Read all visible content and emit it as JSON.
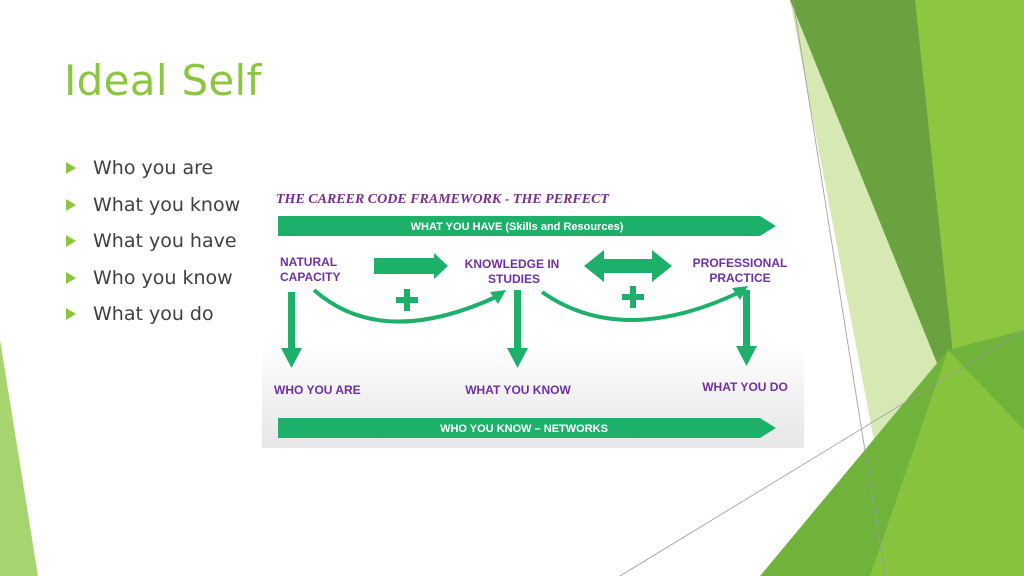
{
  "slide": {
    "title": "Ideal Self",
    "bullets": [
      "Who you are",
      "What you know",
      "What you have",
      "Who you know",
      "What you do"
    ]
  },
  "framework": {
    "heading": "THE CAREER CODE FRAMEWORK -  THE PERFECT",
    "top_band": "WHAT YOU HAVE (Skills and Resources)",
    "bottom_band": "WHO YOU KNOW – NETWORKS",
    "nodes": {
      "natural_capacity": [
        "NATURAL",
        "CAPACITY"
      ],
      "knowledge_in_studies": [
        "KNOWLEDGE IN",
        "STUDIES"
      ],
      "professional_practice": [
        "PROFESSIONAL",
        "PRACTICE"
      ]
    },
    "outcomes": {
      "who_you_are": "WHO YOU ARE",
      "what_you_know": "WHAT YOU KNOW",
      "what_you_do": "WHAT YOU DO"
    }
  },
  "colors": {
    "title_green": "#8cc63f",
    "arrow_green": "#1db06b",
    "heading_purple": "#7b2d8e",
    "label_purple": "#7030a0",
    "bullet_text": "#404040",
    "deco_dark": "#5e9a32",
    "deco_mid": "#8dc63f",
    "deco_light": "#c8e29a"
  }
}
